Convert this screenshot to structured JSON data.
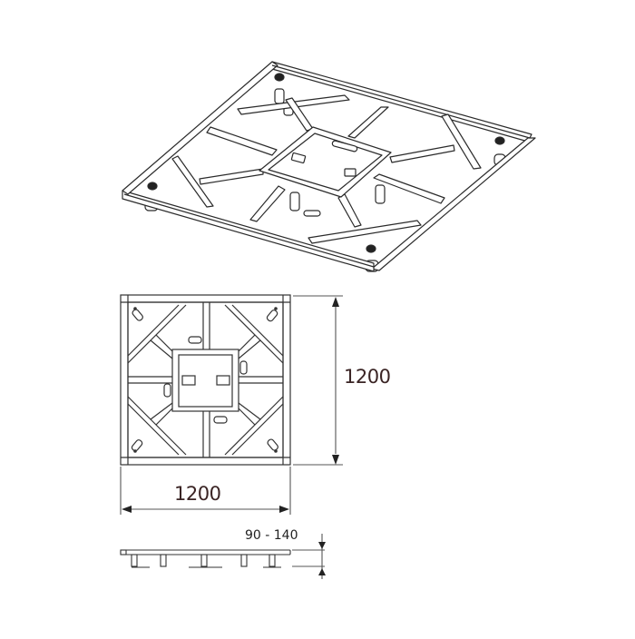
{
  "diagram": {
    "type": "technical-drawing",
    "subject": "square raised floor / platform frame with adjustable feet",
    "views": [
      {
        "name": "isometric-view"
      },
      {
        "name": "plan-view"
      },
      {
        "name": "side-view"
      }
    ],
    "dimensions": {
      "width": "1200",
      "depth": "1200",
      "height_range": "90 - 140"
    },
    "colors": {
      "line": "#333333",
      "dimension_text": "#3a2424",
      "background": "#ffffff"
    }
  }
}
